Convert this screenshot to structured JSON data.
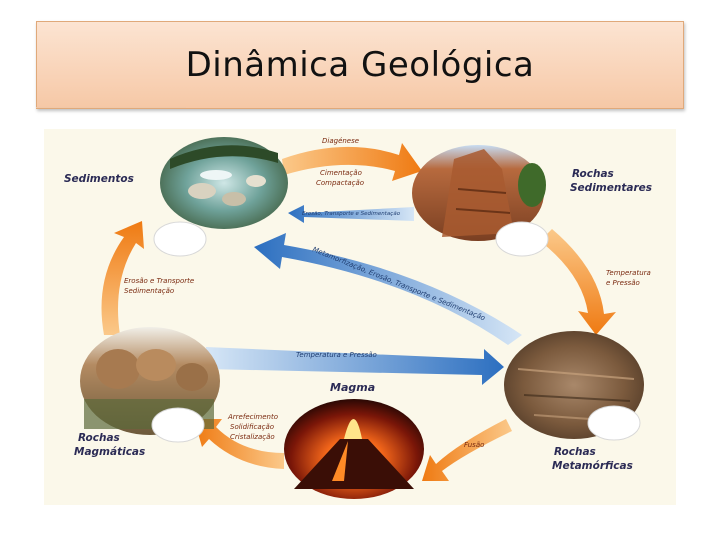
{
  "slide": {
    "title": "Dinâmica Geológica"
  },
  "diagram": {
    "nodes": {
      "sedimentos": "Sedimentos",
      "rochas_sedimentares": [
        "Rochas",
        "Sedimentares"
      ],
      "rochas_metamorficas": [
        "Rochas",
        "Metamórficas"
      ],
      "rochas_magmaticas": [
        "Rochas",
        "Magmáticas"
      ],
      "magma": "Magma"
    },
    "arrows": {
      "diagenese": "Diagénese",
      "cimentacao": "Cimentação",
      "compactacao": "Compactação",
      "erosao_top": "Erosão, Transporte e Sedimentação",
      "temp_pressao_right": [
        "Temperatura",
        "e Pressão"
      ],
      "metamorf_diag": "Metamorfização, Erosão, Transporte e Sedimentação",
      "temp_pressao_mid": "Temperatura e Pressão",
      "erosao_left": [
        "Erosão e Transporte",
        "Sedimentação"
      ],
      "arrefecimento": "Arrefecimento",
      "solidificacao": "Solidificação",
      "cristalizacao": "Cristalização",
      "fusao": "Fusão"
    },
    "colors": {
      "orange_arrow": "#f28a1e",
      "blue_arrow": "#3a7cc8",
      "label_dark": "#2b2b55",
      "label_arrow": "#7a2a10"
    },
    "images": {
      "top_left": "river-rocks-image",
      "top_right": "sedimentary-cliff-image",
      "bottom_right": "metamorphic-rock-image",
      "bottom_left": "granite-boulders-image",
      "bottom_center": "volcano-eruption-image"
    }
  }
}
